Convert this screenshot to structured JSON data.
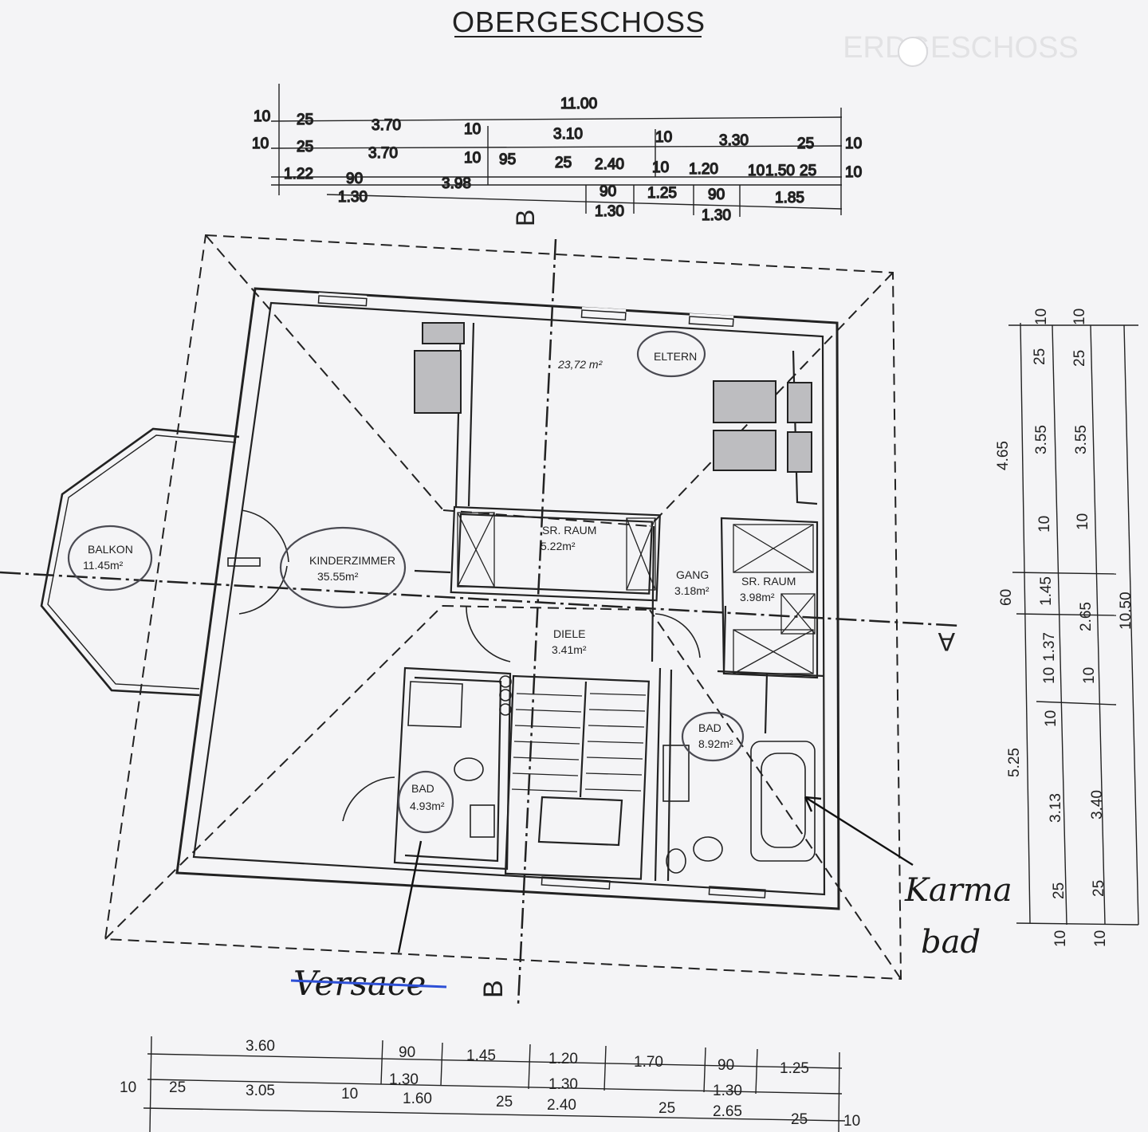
{
  "title": "OBERGESCHOSS",
  "faded_title": "ERDGESCHOSS",
  "section_labels": {
    "b_top": "B",
    "b_bottom": "B",
    "a_right": "A"
  },
  "rooms": {
    "balkon": {
      "name": "BALKON",
      "area": "11.45m²"
    },
    "kinderzimmer": {
      "name": "KINDERZIMMER",
      "area": "35.55m²"
    },
    "eltern": {
      "name": "ELTERN",
      "area": "23,72 m²"
    },
    "sr_raum_1": {
      "name": "SR. RAUM",
      "area": "5.22m²"
    },
    "gang": {
      "name": "GANG",
      "area": "3.18m²"
    },
    "sr_raum_2": {
      "name": "SR. RAUM",
      "area": "3.98m²"
    },
    "diele": {
      "name": "DIELE",
      "area": "3.41m²"
    },
    "bad_small": {
      "name": "BAD",
      "area": "4.93m²"
    },
    "bad_large": {
      "name": "BAD",
      "area": "8.92m²"
    }
  },
  "handwritten": {
    "versace": "Versace",
    "karma_1": "Karma",
    "karma_2": "bad"
  },
  "dimensions": {
    "top_total": "11.00",
    "top_row1": [
      "10",
      "25",
      "3.70",
      "10",
      "3.10",
      "10",
      "3.30",
      "25",
      "10"
    ],
    "top_row2": [
      "10",
      "25",
      "3.70",
      "10",
      "95",
      "25",
      "2.40",
      "10",
      "1.20",
      "10",
      "1.50",
      "25",
      "10"
    ],
    "top_row3": [
      "1.22",
      "90",
      "1.30",
      "3.98",
      "90",
      "1.30",
      "1.25",
      "90",
      "1.30",
      "1.85"
    ],
    "right_a": [
      "10",
      "25",
      "3.55",
      "10",
      "1.45",
      "1.37",
      "10",
      "10",
      "3.13",
      "25",
      "10"
    ],
    "right_b": [
      "10",
      "25",
      "3.55",
      "10",
      "2.65",
      "10",
      "3.40",
      "25",
      "10"
    ],
    "right_c": [
      "4.65",
      "60",
      "5.25"
    ],
    "right_total": "10.50",
    "bottom_row1": [
      "3.60",
      "90",
      "1.30",
      "1.45",
      "1.20",
      "1.30",
      "1.70",
      "90",
      "1.30",
      "1.25"
    ],
    "bottom_row2": [
      "10",
      "25",
      "3.05",
      "10",
      "1.60",
      "25",
      "2.40",
      "25",
      "2.65",
      "25",
      "10"
    ]
  }
}
